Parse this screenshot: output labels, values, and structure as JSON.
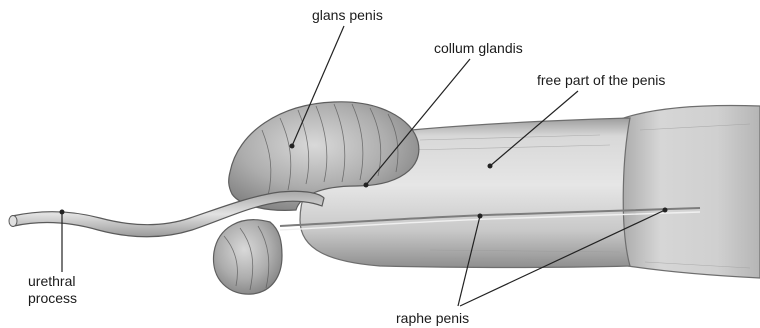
{
  "labels": {
    "glans_penis": "glans penis",
    "collum_glandis": "collum glandis",
    "free_part": "free part of the penis",
    "urethral_line1": "urethral",
    "urethral_line2": "process",
    "raphe_penis": "raphe penis"
  },
  "colors": {
    "ink": "#1a1a1a",
    "shaft": "#d4d4d4",
    "shaft_dark": "#a9a9a9",
    "glans": "#bdbdbd",
    "glans_dark": "#8c8c8c",
    "highlight": "#ececec",
    "leader": "#222222"
  }
}
